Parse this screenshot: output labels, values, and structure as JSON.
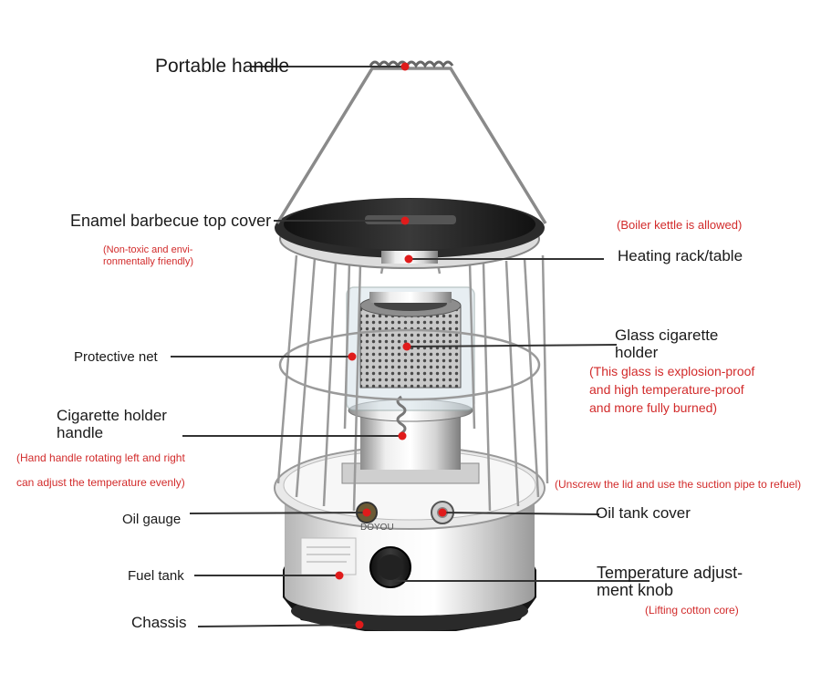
{
  "labels": {
    "portable_handle": "Portable handle",
    "top_cover": "Enamel barbecue top cover",
    "top_cover_note_1": "(Non-toxic and envi-",
    "top_cover_note_2": "ronmentally friendly)",
    "kettle_note": "(Boiler kettle is allowed)",
    "heating_rack": "Heating rack/table",
    "protective_net": "Protective net",
    "glass_holder_1": "Glass cigarette",
    "glass_holder_2": "holder",
    "glass_note_1": "(This glass is explosion-proof",
    "glass_note_2": "and high temperature-proof",
    "glass_note_3": "and more fully burned)",
    "holder_handle_1": "Cigarette holder",
    "holder_handle_2": "handle",
    "holder_note_1": "(Hand handle rotating left and right",
    "holder_note_2": "can adjust the temperature evenly)",
    "refuel_note": "(Unscrew the lid and use the suction pipe to refuel)",
    "oil_gauge": "Oil gauge",
    "oil_tank_cover": "Oil tank cover",
    "fuel_tank": "Fuel tank",
    "temp_knob_1": "Temperature adjust-",
    "temp_knob_2": "ment knob",
    "knob_note": "(Lifting cotton core)",
    "chassis": "Chassis",
    "heater_brand": "DOYOU"
  },
  "colors": {
    "marker": "#e01b1b",
    "note_text": "#d22b2b",
    "label_text": "#1a1a1a",
    "leader_line": "#333333"
  }
}
